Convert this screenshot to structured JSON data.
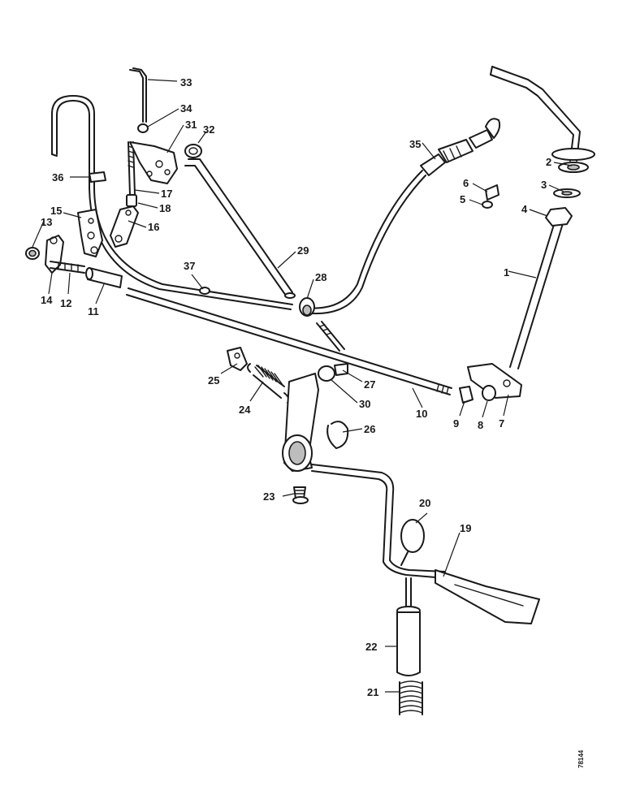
{
  "callouts": [
    "1",
    "2",
    "3",
    "4",
    "5",
    "6",
    "7",
    "8",
    "9",
    "10",
    "11",
    "12",
    "13",
    "14",
    "15",
    "16",
    "17",
    "18",
    "19",
    "20",
    "21",
    "22",
    "23",
    "24",
    "25",
    "26",
    "27",
    "28",
    "29",
    "30",
    "31",
    "32",
    "33",
    "34",
    "35",
    "36",
    "37"
  ],
  "figure_ref": "78144"
}
